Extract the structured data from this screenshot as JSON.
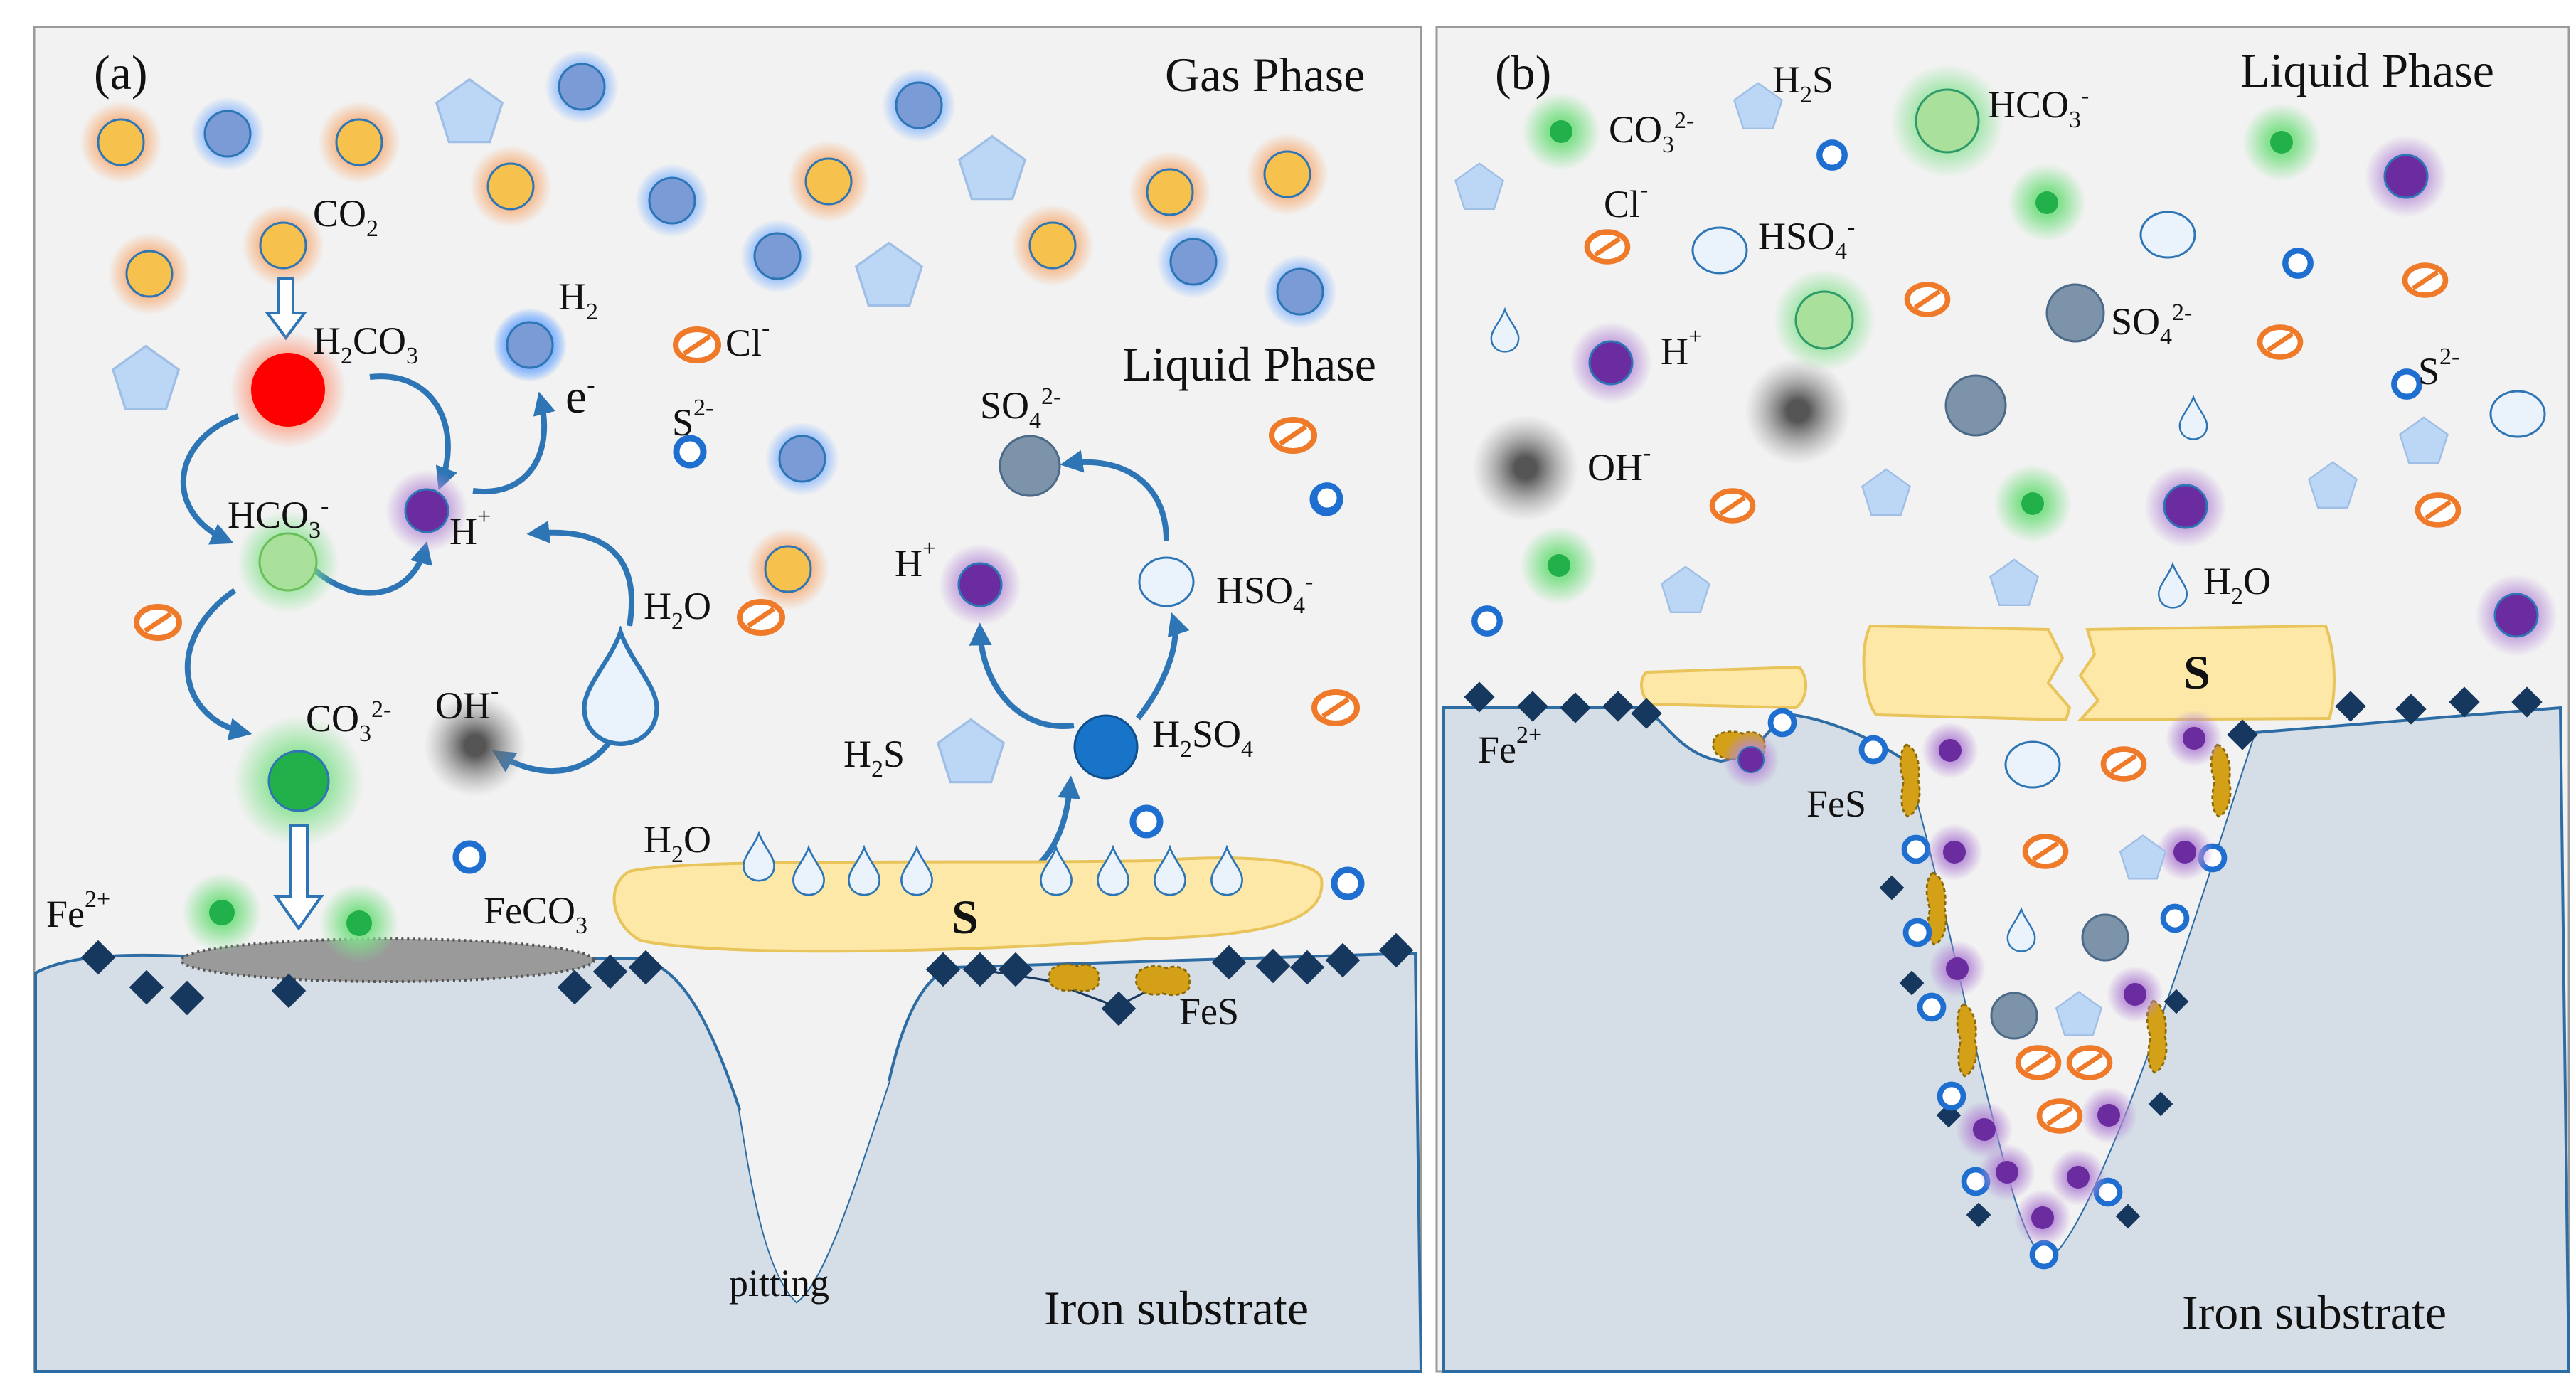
{
  "panels": [
    {
      "tag": "(a)",
      "phases": {
        "gas": "Gas Phase",
        "liquid": "Liquid Phase"
      },
      "substrate": "Iron substrate",
      "labels": {
        "co2": "CO",
        "co2_sub": "2",
        "h2co3_a": "H",
        "h2co3_sub1": "2",
        "h2co3_b": "CO",
        "h2co3_sub2": "3",
        "h2": "H",
        "h2_sub": "2",
        "electron": "e",
        "electron_sup": "-",
        "cl": "Cl",
        "cl_sup": "-",
        "s2": "S",
        "s2_sup": "2-",
        "hco3": "HCO",
        "hco3_sub": "3",
        "hco3_sup": "-",
        "hplus_left": "H",
        "hplus_left_sup": "+",
        "h2o_left": "H",
        "h2o_left_sub": "2",
        "h2o_left_b": "O",
        "co3": "CO",
        "co3_sub": "3",
        "co3_sup": "2-",
        "oh": "OH",
        "oh_sup": "-",
        "so4": "SO",
        "so4_sub": "4",
        "so4_sup": "2-",
        "hplus_right": "H",
        "hplus_right_sup": "+",
        "hso4": "HSO",
        "hso4_sub": "4",
        "hso4_sup": "-",
        "h2s": "H",
        "h2s_sub": "2",
        "h2s_b": "S",
        "h2so4": "H",
        "h2so4_sub1": "2",
        "h2so4_b": "SO",
        "h2so4_sub2": "4",
        "h2o_right": "H",
        "h2o_right_sub": "2",
        "h2o_right_b": "O",
        "sulfur": "S",
        "fe2": "Fe",
        "fe2_sup": "2+",
        "feco3": "FeCO",
        "feco3_sub": "3",
        "fes": "FeS",
        "pitting": "pitting"
      }
    },
    {
      "tag": "(b)",
      "phases": {
        "liquid": "Liquid Phase"
      },
      "substrate": "Iron substrate",
      "labels": {
        "h2s": "H",
        "h2s_sub": "2",
        "h2s_b": "S",
        "co3": "CO",
        "co3_sub": "3",
        "co3_sup": "2-",
        "hco3": "HCO",
        "hco3_sub": "3",
        "hco3_sup": "-",
        "cl": "Cl",
        "cl_sup": "-",
        "hso4": "HSO",
        "hso4_sub": "4",
        "hso4_sup": "-",
        "so4": "SO",
        "so4_sub": "4",
        "so4_sup": "2-",
        "hplus": "H",
        "hplus_sup": "+",
        "s2": "S",
        "s2_sup": "2-",
        "oh": "OH",
        "oh_sup": "-",
        "h2o": "H",
        "h2o_sub": "2",
        "h2o_b": "O",
        "sulfur": "S",
        "fe2": "Fe",
        "fe2_sup": "2+",
        "fes": "FeS"
      }
    }
  ],
  "colors": {
    "background": "#f2f2f2",
    "substrate": "#d5dde6",
    "co2_orange": "#f6c24d",
    "ion_blue": "#7b9bd6",
    "h2co3_red": "#ff0000",
    "hplus_purple": "#6a2c9e",
    "co3_green": "#22b04a",
    "hco3_green": "#a9e09b",
    "so4_gray": "#7d93aa",
    "h2so4_blue": "#1874c8",
    "sulfur_yellow": "#fde8a8",
    "fes_gold": "#d4a017",
    "cl_orange": "#f07a2b",
    "fe_navy": "#17385e",
    "arrow_blue": "#2e75b6"
  }
}
